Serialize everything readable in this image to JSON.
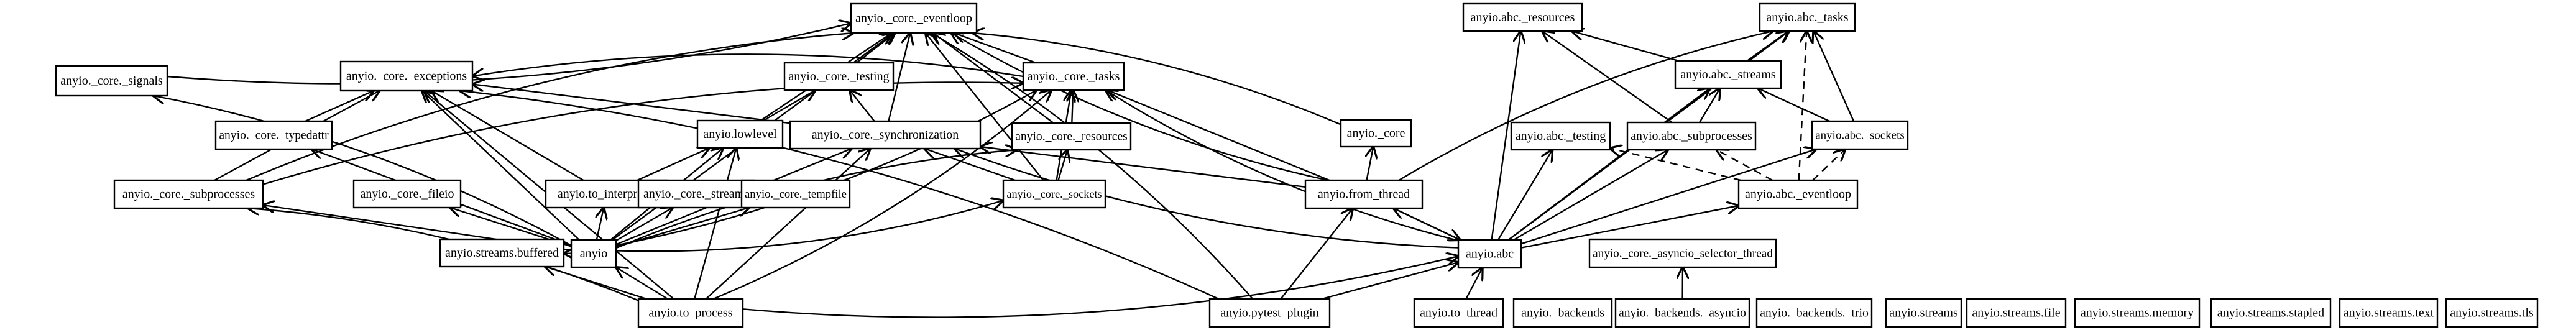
{
  "diagram": {
    "nodes": [
      {
        "id": "eventloop",
        "label": "anyio._core._eventloop"
      },
      {
        "id": "signals",
        "label": "anyio._core._signals"
      },
      {
        "id": "exceptions",
        "label": "anyio._core._exceptions"
      },
      {
        "id": "testing",
        "label": "anyio._core._testing"
      },
      {
        "id": "tasks",
        "label": "anyio._core._tasks"
      },
      {
        "id": "typedattr",
        "label": "anyio._core._typedattr"
      },
      {
        "id": "lowlevel",
        "label": "anyio.lowlevel"
      },
      {
        "id": "synchronization",
        "label": "anyio._core._synchronization"
      },
      {
        "id": "resources",
        "label": "anyio._core._resources"
      },
      {
        "id": "core",
        "label": "anyio._core"
      },
      {
        "id": "subprocesses",
        "label": "anyio._core._subprocesses"
      },
      {
        "id": "fileio",
        "label": "anyio._core._fileio"
      },
      {
        "id": "interpreter",
        "label": "anyio.to_interpreter"
      },
      {
        "id": "streams",
        "label": "anyio._core._streams"
      },
      {
        "id": "tempfile",
        "label": "anyio._core._tempfile"
      },
      {
        "id": "sockets",
        "label": "anyio._core._sockets"
      },
      {
        "id": "fromthread",
        "label": "anyio.from_thread"
      },
      {
        "id": "buffered",
        "label": "anyio.streams.buffered"
      },
      {
        "id": "anyio",
        "label": "anyio"
      },
      {
        "id": "toprocess",
        "label": "anyio.to_process"
      },
      {
        "id": "pytestplugin",
        "label": "anyio.pytest_plugin"
      },
      {
        "id": "abc_resources",
        "label": "anyio.abc._resources"
      },
      {
        "id": "abc_tasks",
        "label": "anyio.abc._tasks"
      },
      {
        "id": "abc_streams",
        "label": "anyio.abc._streams"
      },
      {
        "id": "abc_testing",
        "label": "anyio.abc._testing"
      },
      {
        "id": "abc_subprocesses",
        "label": "anyio.abc._subprocesses"
      },
      {
        "id": "abc_sockets",
        "label": "anyio.abc._sockets"
      },
      {
        "id": "abc_eventloop",
        "label": "anyio.abc._eventloop"
      },
      {
        "id": "abc",
        "label": "anyio.abc"
      },
      {
        "id": "asyncio_selector",
        "label": "anyio._core._asyncio_selector_thread"
      },
      {
        "id": "tothread",
        "label": "anyio.to_thread"
      },
      {
        "id": "backends",
        "label": "anyio._backends"
      },
      {
        "id": "backends_asyncio",
        "label": "anyio._backends._asyncio"
      },
      {
        "id": "backends_trio",
        "label": "anyio._backends._trio"
      },
      {
        "id": "s_streams",
        "label": "anyio.streams"
      },
      {
        "id": "s_file",
        "label": "anyio.streams.file"
      },
      {
        "id": "s_memory",
        "label": "anyio.streams.memory"
      },
      {
        "id": "s_stapled",
        "label": "anyio.streams.stapled"
      },
      {
        "id": "s_text",
        "label": "anyio.streams.text"
      },
      {
        "id": "s_tls",
        "label": "anyio.streams.tls"
      }
    ],
    "edges": [
      {
        "from": "signals",
        "to": "eventloop"
      },
      {
        "from": "testing",
        "to": "eventloop"
      },
      {
        "from": "tasks",
        "to": "eventloop"
      },
      {
        "from": "lowlevel",
        "to": "eventloop"
      },
      {
        "from": "synchronization",
        "to": "eventloop"
      },
      {
        "from": "resources",
        "to": "eventloop"
      },
      {
        "from": "sockets",
        "to": "eventloop"
      },
      {
        "from": "fromthread",
        "to": "eventloop"
      },
      {
        "from": "core",
        "to": "eventloop"
      },
      {
        "from": "subprocesses",
        "to": "eventloop"
      },
      {
        "from": "pytestplugin",
        "to": "eventloop"
      },
      {
        "from": "anyio",
        "to": "eventloop"
      },
      {
        "from": "tasks",
        "to": "exceptions"
      },
      {
        "from": "synchronization",
        "to": "exceptions"
      },
      {
        "from": "typedattr",
        "to": "exceptions"
      },
      {
        "from": "interpreter",
        "to": "exceptions"
      },
      {
        "from": "subprocesses",
        "to": "exceptions"
      },
      {
        "from": "anyio",
        "to": "exceptions"
      },
      {
        "from": "pytestplugin",
        "to": "exceptions"
      },
      {
        "from": "toprocess",
        "to": "exceptions"
      },
      {
        "from": "lowlevel",
        "to": "testing"
      },
      {
        "from": "synchronization",
        "to": "testing"
      },
      {
        "from": "fromthread",
        "to": "tasks"
      },
      {
        "from": "abc",
        "to": "tasks"
      },
      {
        "from": "anyio",
        "to": "tasks"
      },
      {
        "from": "resources",
        "to": "tasks"
      },
      {
        "from": "sockets",
        "to": "tasks"
      },
      {
        "from": "subprocesses",
        "to": "tasks"
      },
      {
        "from": "toprocess",
        "to": "tasks"
      },
      {
        "from": "anyio",
        "to": "typedattr"
      },
      {
        "from": "interpreter",
        "to": "lowlevel"
      },
      {
        "from": "anyio",
        "to": "lowlevel"
      },
      {
        "from": "toprocess",
        "to": "lowlevel"
      },
      {
        "from": "sockets",
        "to": "synchronization"
      },
      {
        "from": "fromthread",
        "to": "synchronization"
      },
      {
        "from": "abc",
        "to": "synchronization"
      },
      {
        "from": "anyio",
        "to": "synchronization"
      },
      {
        "from": "toprocess",
        "to": "synchronization"
      },
      {
        "from": "sockets",
        "to": "resources"
      },
      {
        "from": "anyio",
        "to": "resources"
      },
      {
        "from": "fromthread",
        "to": "core"
      },
      {
        "from": "anyio",
        "to": "subprocesses"
      },
      {
        "from": "toprocess",
        "to": "subprocesses"
      },
      {
        "from": "anyio",
        "to": "fileio"
      },
      {
        "from": "anyio",
        "to": "signals"
      },
      {
        "from": "anyio",
        "to": "interpreter"
      },
      {
        "from": "anyio",
        "to": "streams"
      },
      {
        "from": "anyio",
        "to": "tempfile"
      },
      {
        "from": "anyio",
        "to": "sockets"
      },
      {
        "from": "anyio",
        "to": "buffered"
      },
      {
        "from": "toprocess",
        "to": "anyio"
      },
      {
        "from": "toprocess",
        "to": "buffered"
      },
      {
        "from": "toprocess",
        "to": "abc"
      },
      {
        "from": "pytestplugin",
        "to": "abc"
      },
      {
        "from": "pytestplugin",
        "to": "fromthread"
      },
      {
        "from": "fromthread",
        "to": "abc"
      },
      {
        "from": "abc",
        "to": "fromthread"
      },
      {
        "from": "fromthread",
        "to": "abc_tasks"
      },
      {
        "from": "tothread",
        "to": "abc"
      },
      {
        "from": "abc",
        "to": "abc_resources"
      },
      {
        "from": "abc",
        "to": "abc_tasks"
      },
      {
        "from": "abc",
        "to": "abc_streams"
      },
      {
        "from": "abc",
        "to": "abc_testing"
      },
      {
        "from": "abc",
        "to": "abc_subprocesses"
      },
      {
        "from": "abc",
        "to": "abc_sockets"
      },
      {
        "from": "abc",
        "to": "abc_eventloop"
      },
      {
        "from": "abc_streams",
        "to": "abc_resources"
      },
      {
        "from": "abc_streams",
        "to": "abc_tasks"
      },
      {
        "from": "abc_subprocesses",
        "to": "abc_streams"
      },
      {
        "from": "abc_subprocesses",
        "to": "abc_resources"
      },
      {
        "from": "abc_sockets",
        "to": "abc_streams"
      },
      {
        "from": "abc_sockets",
        "to": "abc_tasks"
      },
      {
        "from": "abc_eventloop",
        "to": "abc_tasks",
        "dashed": true
      },
      {
        "from": "abc_eventloop",
        "to": "abc_sockets",
        "dashed": true
      },
      {
        "from": "abc_eventloop",
        "to": "abc_subprocesses",
        "dashed": true
      },
      {
        "from": "abc_eventloop",
        "to": "abc_testing",
        "dashed": true
      },
      {
        "from": "backends_asyncio",
        "to": "asyncio_selector"
      }
    ]
  }
}
